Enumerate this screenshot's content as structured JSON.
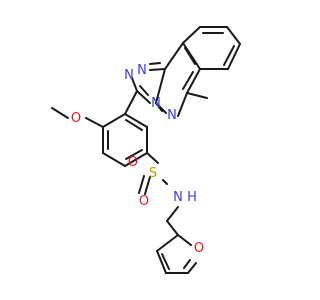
{
  "molecule": {
    "colors": {
      "carbon": "#1a1a1a",
      "nitrogen": "#3b3be6",
      "oxygen": "#e61a1a",
      "sulfur": "#b3a300",
      "background": "#ffffff"
    },
    "atom_labels": {
      "n1": "N",
      "n2": "N",
      "n3": "N",
      "n4": "N",
      "o_methoxy": "O",
      "s_sulfonyl": "S",
      "o_sulfonyl_1": "O",
      "o_sulfonyl_2": "O",
      "nh": "N",
      "nh_h": "H",
      "o_furan": "O"
    }
  }
}
